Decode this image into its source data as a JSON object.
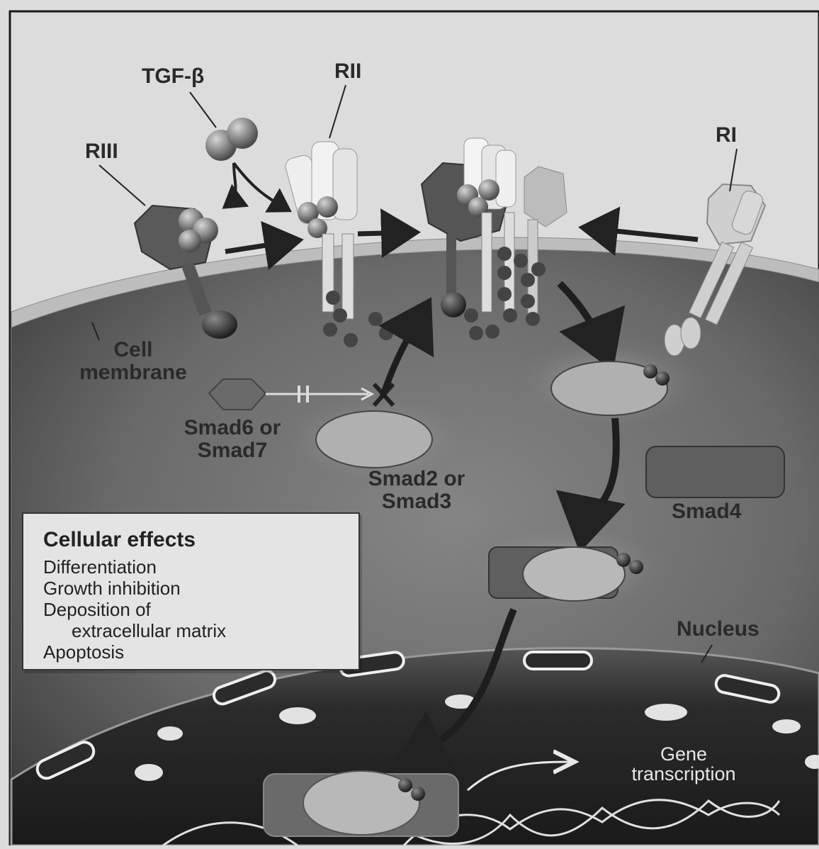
{
  "labels": {
    "tgf_beta": "TGF-β",
    "rii": "RII",
    "riii": "RIII",
    "ri": "RI",
    "cell_membrane_line1": "Cell",
    "cell_membrane_line2": "membrane",
    "smad6_line1": "Smad6 or",
    "smad6_line2": "Smad7",
    "smad2_line1": "Smad2 or",
    "smad2_line2": "Smad3",
    "smad4": "Smad4",
    "nucleus": "Nucleus",
    "gene_line1": "Gene",
    "gene_line2": "transcription"
  },
  "effects": {
    "title": "Cellular effects",
    "items": [
      "Differentiation",
      "Growth inhibition",
      "Deposition of",
      "extracellular matrix",
      "Apoptosis"
    ]
  },
  "colors": {
    "background": "#dcdcdc",
    "cytoplasm": "#6a6a6a",
    "membrane": "#bdbdbd",
    "nucleus": "#2e2e2e",
    "receptor_dark": "#555555",
    "receptor_light": "#eeeeee",
    "smad_light": "#a9a9a9",
    "smad4": "#5f5f5f",
    "arrow": "#222222"
  }
}
